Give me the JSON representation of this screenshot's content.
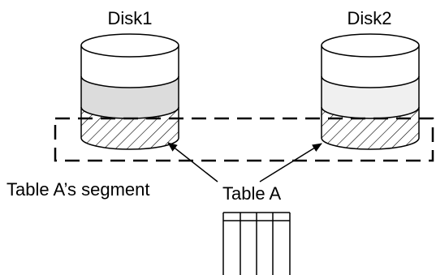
{
  "disks": [
    {
      "label": "Disk1",
      "middle_band_color": "#dcdcdc"
    },
    {
      "label": "Disk2",
      "middle_band_color": "#f0f0f0"
    }
  ],
  "segment_label": "Table A’s segment",
  "table_label": "Table A",
  "colors": {
    "stroke": "#000000",
    "background": "#ffffff"
  }
}
